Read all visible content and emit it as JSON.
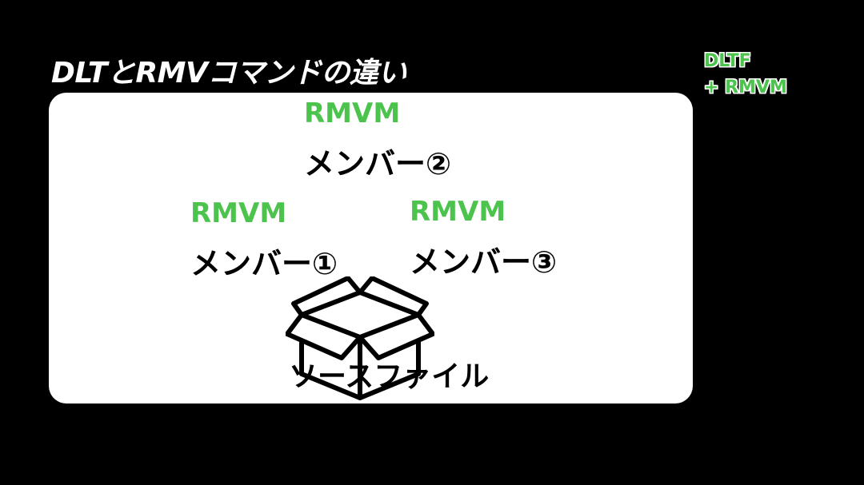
{
  "slide": {
    "title": "DLTとRMVコマンドの違い",
    "legend": {
      "line1": "DLTF",
      "line2": "+ RMVM"
    },
    "members": [
      {
        "command": "RMVM",
        "label": "メンバー①"
      },
      {
        "command": "RMVM",
        "label": "メンバー②"
      },
      {
        "command": "RMVM",
        "label": "メンバー③"
      }
    ],
    "source": {
      "label": "ソースファイル",
      "icon": "open-box-icon"
    },
    "colors": {
      "background": "#000000",
      "panel": "#ffffff",
      "command_green": "#4cc34c",
      "text_white": "#ffffff",
      "text_black": "#000000"
    }
  }
}
